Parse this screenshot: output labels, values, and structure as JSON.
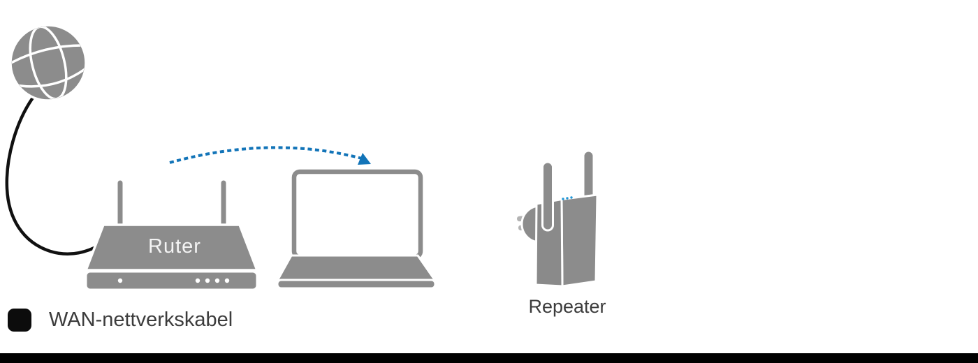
{
  "page": {
    "background": "#ffffff",
    "bottom_bar_color": "#000000"
  },
  "diagram": {
    "nodes": [
      {
        "id": "internet",
        "icon": "globe",
        "label": ""
      },
      {
        "id": "router",
        "icon": "wireless-router",
        "label": "Ruter"
      },
      {
        "id": "laptop",
        "icon": "laptop",
        "label": ""
      },
      {
        "id": "repeater",
        "icon": "wall-plug-repeater",
        "label": "Repeater"
      }
    ],
    "connections": [
      {
        "from": "internet",
        "to": "router",
        "type": "wan-cable",
        "color": "#111111",
        "style": "solid curved line"
      },
      {
        "from": "router",
        "to": "laptop",
        "type": "wireless-signal",
        "color": "#1274b8",
        "style": "blue dashed arc with arrowhead"
      }
    ],
    "legend": {
      "swatch_color": "#0c0c0c",
      "label": "WAN-nettverkskabel"
    },
    "colors": {
      "device_gray": "#8c8c8c",
      "device_gray_light": "#9a9a9a",
      "outline_white": "#ffffff",
      "text_dark": "#3c3c3c",
      "text_light": "#f4f4f4",
      "led_blue": "#2196d6",
      "plug_pin_gray": "#b3b3b3"
    }
  }
}
